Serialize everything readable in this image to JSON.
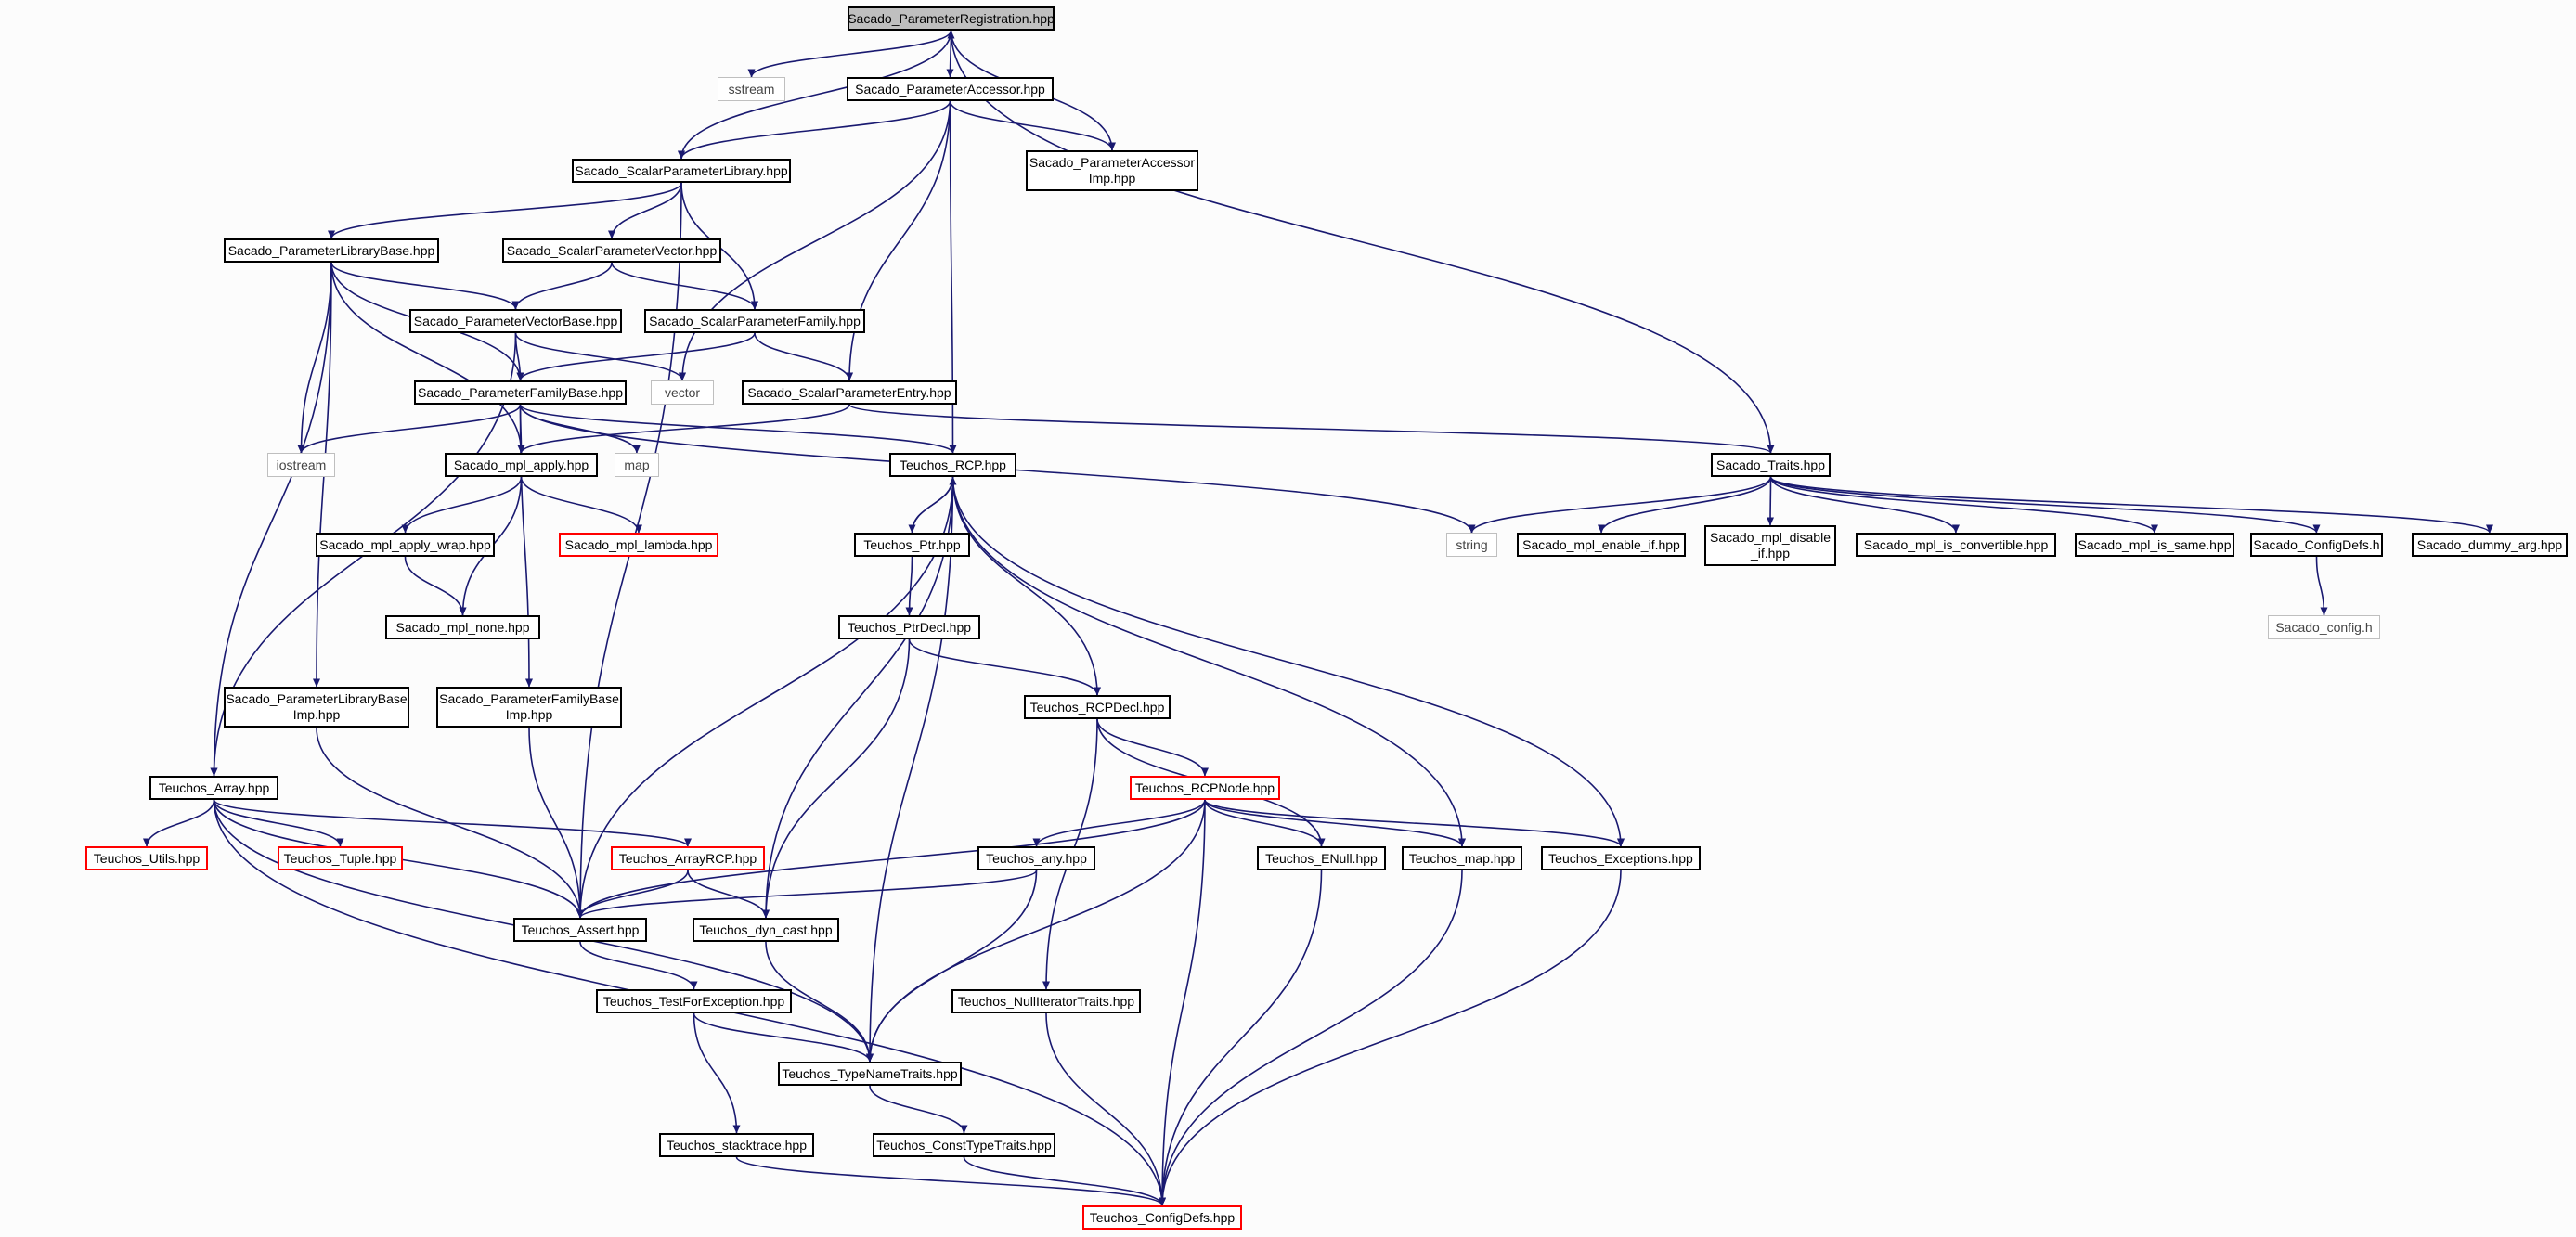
{
  "colors": {
    "edge": "#191970",
    "border": "#000000",
    "truncated": "#ff0000",
    "external": "#bfbfbf",
    "root_fill": "#bfbfbf",
    "background": "#fcfcfc"
  },
  "nodes": [
    {
      "id": "reg",
      "label": "Sacado_ParameterRegistration.hpp",
      "kind": "root"
    },
    {
      "id": "sstream",
      "label": "sstream",
      "kind": "ext"
    },
    {
      "id": "acc",
      "label": "Sacado_ParameterAccessor.hpp",
      "kind": "file"
    },
    {
      "id": "accimp",
      "label": "Sacado_ParameterAccessor\nImp.hpp",
      "kind": "file"
    },
    {
      "id": "splib",
      "label": "Sacado_ScalarParameterLibrary.hpp",
      "kind": "file"
    },
    {
      "id": "plibbase",
      "label": "Sacado_ParameterLibraryBase.hpp",
      "kind": "file"
    },
    {
      "id": "spvec",
      "label": "Sacado_ScalarParameterVector.hpp",
      "kind": "file"
    },
    {
      "id": "pvecbase",
      "label": "Sacado_ParameterVectorBase.hpp",
      "kind": "file"
    },
    {
      "id": "spfam",
      "label": "Sacado_ScalarParameterFamily.hpp",
      "kind": "file"
    },
    {
      "id": "vector",
      "label": "vector",
      "kind": "ext"
    },
    {
      "id": "pfambase",
      "label": "Sacado_ParameterFamilyBase.hpp",
      "kind": "file"
    },
    {
      "id": "spentry",
      "label": "Sacado_ScalarParameterEntry.hpp",
      "kind": "file"
    },
    {
      "id": "iostream",
      "label": "iostream",
      "kind": "ext"
    },
    {
      "id": "mplapply",
      "label": "Sacado_mpl_apply.hpp",
      "kind": "file"
    },
    {
      "id": "map",
      "label": "map",
      "kind": "ext"
    },
    {
      "id": "rcp",
      "label": "Teuchos_RCP.hpp",
      "kind": "file"
    },
    {
      "id": "traits",
      "label": "Sacado_Traits.hpp",
      "kind": "file"
    },
    {
      "id": "string",
      "label": "string",
      "kind": "ext"
    },
    {
      "id": "applywrap",
      "label": "Sacado_mpl_apply_wrap.hpp",
      "kind": "file"
    },
    {
      "id": "lambda",
      "label": "Sacado_mpl_lambda.hpp",
      "kind": "trunc"
    },
    {
      "id": "ptr",
      "label": "Teuchos_Ptr.hpp",
      "kind": "file"
    },
    {
      "id": "enableif",
      "label": "Sacado_mpl_enable_if.hpp",
      "kind": "file"
    },
    {
      "id": "disableif",
      "label": "Sacado_mpl_disable\n_if.hpp",
      "kind": "file"
    },
    {
      "id": "isconv",
      "label": "Sacado_mpl_is_convertible.hpp",
      "kind": "file"
    },
    {
      "id": "issame",
      "label": "Sacado_mpl_is_same.hpp",
      "kind": "file"
    },
    {
      "id": "sconfigdefs",
      "label": "Sacado_ConfigDefs.h",
      "kind": "file"
    },
    {
      "id": "dummy",
      "label": "Sacado_dummy_arg.hpp",
      "kind": "file"
    },
    {
      "id": "mplnone",
      "label": "Sacado_mpl_none.hpp",
      "kind": "file"
    },
    {
      "id": "ptrdecl",
      "label": "Teuchos_PtrDecl.hpp",
      "kind": "file"
    },
    {
      "id": "sconfig",
      "label": "Sacado_config.h",
      "kind": "ext"
    },
    {
      "id": "plibimp",
      "label": "Sacado_ParameterLibraryBase\nImp.hpp",
      "kind": "file"
    },
    {
      "id": "pfamimp",
      "label": "Sacado_ParameterFamilyBase\nImp.hpp",
      "kind": "file"
    },
    {
      "id": "rcpdecl",
      "label": "Teuchos_RCPDecl.hpp",
      "kind": "file"
    },
    {
      "id": "array",
      "label": "Teuchos_Array.hpp",
      "kind": "file"
    },
    {
      "id": "rcpnode",
      "label": "Teuchos_RCPNode.hpp",
      "kind": "trunc"
    },
    {
      "id": "utils",
      "label": "Teuchos_Utils.hpp",
      "kind": "trunc"
    },
    {
      "id": "tuple",
      "label": "Teuchos_Tuple.hpp",
      "kind": "trunc"
    },
    {
      "id": "arrayrcp",
      "label": "Teuchos_ArrayRCP.hpp",
      "kind": "trunc"
    },
    {
      "id": "any",
      "label": "Teuchos_any.hpp",
      "kind": "file"
    },
    {
      "id": "enull",
      "label": "Teuchos_ENull.hpp",
      "kind": "file"
    },
    {
      "id": "tmap",
      "label": "Teuchos_map.hpp",
      "kind": "file"
    },
    {
      "id": "exceptions",
      "label": "Teuchos_Exceptions.hpp",
      "kind": "file"
    },
    {
      "id": "assert",
      "label": "Teuchos_Assert.hpp",
      "kind": "file"
    },
    {
      "id": "dyncast",
      "label": "Teuchos_dyn_cast.hpp",
      "kind": "file"
    },
    {
      "id": "testfor",
      "label": "Teuchos_TestForException.hpp",
      "kind": "file"
    },
    {
      "id": "nulliter",
      "label": "Teuchos_NullIteratorTraits.hpp",
      "kind": "file"
    },
    {
      "id": "typename",
      "label": "Teuchos_TypeNameTraits.hpp",
      "kind": "file"
    },
    {
      "id": "stacktrace",
      "label": "Teuchos_stacktrace.hpp",
      "kind": "file"
    },
    {
      "id": "consttype",
      "label": "Teuchos_ConstTypeTraits.hpp",
      "kind": "file"
    },
    {
      "id": "tconfigdefs",
      "label": "Teuchos_ConfigDefs.hpp",
      "kind": "trunc"
    }
  ],
  "edges": [
    [
      "reg",
      "sstream"
    ],
    [
      "reg",
      "acc"
    ],
    [
      "reg",
      "splib"
    ],
    [
      "reg",
      "traits"
    ],
    [
      "acc",
      "splib"
    ],
    [
      "acc",
      "accimp"
    ],
    [
      "acc",
      "vector"
    ],
    [
      "acc",
      "spentry"
    ],
    [
      "acc",
      "rcp"
    ],
    [
      "accimp",
      "reg"
    ],
    [
      "splib",
      "plibbase"
    ],
    [
      "splib",
      "spvec"
    ],
    [
      "splib",
      "spfam"
    ],
    [
      "splib",
      "assert"
    ],
    [
      "plibbase",
      "pvecbase"
    ],
    [
      "plibbase",
      "pfambase"
    ],
    [
      "plibbase",
      "iostream"
    ],
    [
      "plibbase",
      "mplapply"
    ],
    [
      "plibbase",
      "plibimp"
    ],
    [
      "plibbase",
      "array"
    ],
    [
      "spvec",
      "pvecbase"
    ],
    [
      "spvec",
      "spfam"
    ],
    [
      "pvecbase",
      "pfambase"
    ],
    [
      "pvecbase",
      "vector"
    ],
    [
      "pvecbase",
      "array"
    ],
    [
      "spfam",
      "pfambase"
    ],
    [
      "spfam",
      "spentry"
    ],
    [
      "pfambase",
      "iostream"
    ],
    [
      "pfambase",
      "mplapply"
    ],
    [
      "pfambase",
      "map"
    ],
    [
      "pfambase",
      "rcp"
    ],
    [
      "pfambase",
      "string"
    ],
    [
      "pfambase",
      "pfamimp"
    ],
    [
      "spentry",
      "mplapply"
    ],
    [
      "spentry",
      "traits"
    ],
    [
      "mplapply",
      "applywrap"
    ],
    [
      "mplapply",
      "lambda"
    ],
    [
      "mplapply",
      "mplnone"
    ],
    [
      "applywrap",
      "mplnone"
    ],
    [
      "traits",
      "string"
    ],
    [
      "traits",
      "enableif"
    ],
    [
      "traits",
      "disableif"
    ],
    [
      "traits",
      "isconv"
    ],
    [
      "traits",
      "issame"
    ],
    [
      "traits",
      "sconfigdefs"
    ],
    [
      "traits",
      "dummy"
    ],
    [
      "sconfigdefs",
      "sconfig"
    ],
    [
      "rcp",
      "ptr"
    ],
    [
      "rcp",
      "rcpdecl"
    ],
    [
      "rcp",
      "tmap"
    ],
    [
      "rcp",
      "exceptions"
    ],
    [
      "rcp",
      "assert"
    ],
    [
      "rcp",
      "dyncast"
    ],
    [
      "rcp",
      "typename"
    ],
    [
      "ptr",
      "rcp"
    ],
    [
      "ptr",
      "ptrdecl"
    ],
    [
      "ptrdecl",
      "rcpdecl"
    ],
    [
      "ptrdecl",
      "dyncast"
    ],
    [
      "rcpdecl",
      "rcpnode"
    ],
    [
      "rcpdecl",
      "enull"
    ],
    [
      "rcpdecl",
      "nulliter"
    ],
    [
      "plibimp",
      "assert"
    ],
    [
      "pfamimp",
      "assert"
    ],
    [
      "array",
      "utils"
    ],
    [
      "array",
      "tuple"
    ],
    [
      "array",
      "arrayrcp"
    ],
    [
      "array",
      "assert"
    ],
    [
      "array",
      "typename"
    ],
    [
      "array",
      "tconfigdefs"
    ],
    [
      "rcpnode",
      "any"
    ],
    [
      "rcpnode",
      "enull"
    ],
    [
      "rcpnode",
      "tmap"
    ],
    [
      "rcpnode",
      "exceptions"
    ],
    [
      "rcpnode",
      "assert"
    ],
    [
      "rcpnode",
      "typename"
    ],
    [
      "rcpnode",
      "tconfigdefs"
    ],
    [
      "arrayrcp",
      "assert"
    ],
    [
      "arrayrcp",
      "dyncast"
    ],
    [
      "any",
      "assert"
    ],
    [
      "any",
      "typename"
    ],
    [
      "enull",
      "tconfigdefs"
    ],
    [
      "tmap",
      "tconfigdefs"
    ],
    [
      "exceptions",
      "tconfigdefs"
    ],
    [
      "assert",
      "testfor"
    ],
    [
      "dyncast",
      "typename"
    ],
    [
      "testfor",
      "typename"
    ],
    [
      "testfor",
      "stacktrace"
    ],
    [
      "nulliter",
      "tconfigdefs"
    ],
    [
      "typename",
      "consttype"
    ],
    [
      "stacktrace",
      "tconfigdefs"
    ],
    [
      "consttype",
      "tconfigdefs"
    ]
  ]
}
